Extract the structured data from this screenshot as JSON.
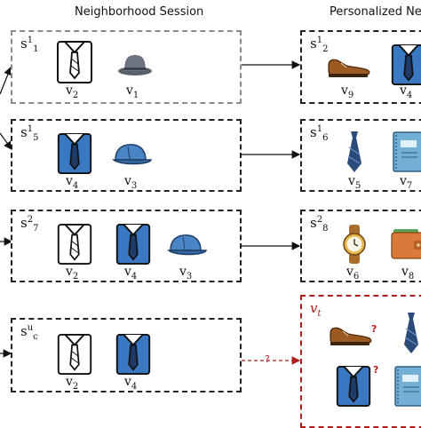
{
  "titles": {
    "left": "Neighborhood Session",
    "right": "Personalized Ne"
  },
  "sessions": [
    {
      "main": "s",
      "sup": "1",
      "sub": "1",
      "items": [
        {
          "icon": "shirt-tie-icon",
          "v": "2"
        },
        {
          "icon": "fedora-hat-icon",
          "v": "1"
        }
      ]
    },
    {
      "main": "s",
      "sup": "1",
      "sub": "5",
      "items": [
        {
          "icon": "blue-shirt-tie-icon",
          "v": "4"
        },
        {
          "icon": "blue-cap-icon",
          "v": "3"
        }
      ]
    },
    {
      "main": "s",
      "sup": "2",
      "sub": "7",
      "items": [
        {
          "icon": "shirt-tie-icon",
          "v": "2"
        },
        {
          "icon": "blue-shirt-tie-icon",
          "v": "4"
        },
        {
          "icon": "blue-cap-icon",
          "v": "3"
        }
      ]
    },
    {
      "main": "s",
      "sup": "u",
      "sub": "c",
      "items": [
        {
          "icon": "shirt-tie-icon",
          "v": "2"
        },
        {
          "icon": "blue-shirt-tie-icon",
          "v": "4"
        }
      ]
    }
  ],
  "personalized": [
    {
      "main": "s",
      "sup": "1",
      "sub": "2",
      "items": [
        {
          "icon": "brown-shoe-icon",
          "v": "9"
        },
        {
          "icon": "blue-shirt-tie-icon",
          "v": "4"
        }
      ]
    },
    {
      "main": "s",
      "sup": "1",
      "sub": "6",
      "items": [
        {
          "icon": "necktie-icon",
          "v": "5"
        },
        {
          "icon": "notebook-icon",
          "v": "7"
        }
      ]
    },
    {
      "main": "s",
      "sup": "2",
      "sub": "8",
      "items": [
        {
          "icon": "wristwatch-icon",
          "v": "6"
        },
        {
          "icon": "wallet-icon",
          "v": "8"
        }
      ]
    }
  ],
  "target": {
    "main": "v",
    "sub": "t",
    "question": "?"
  },
  "v_letter": "v",
  "colors": {
    "accent_red": "#b01c1c",
    "shirt_blue": "#3a78c2",
    "tie_navy": "#1f3a66"
  }
}
